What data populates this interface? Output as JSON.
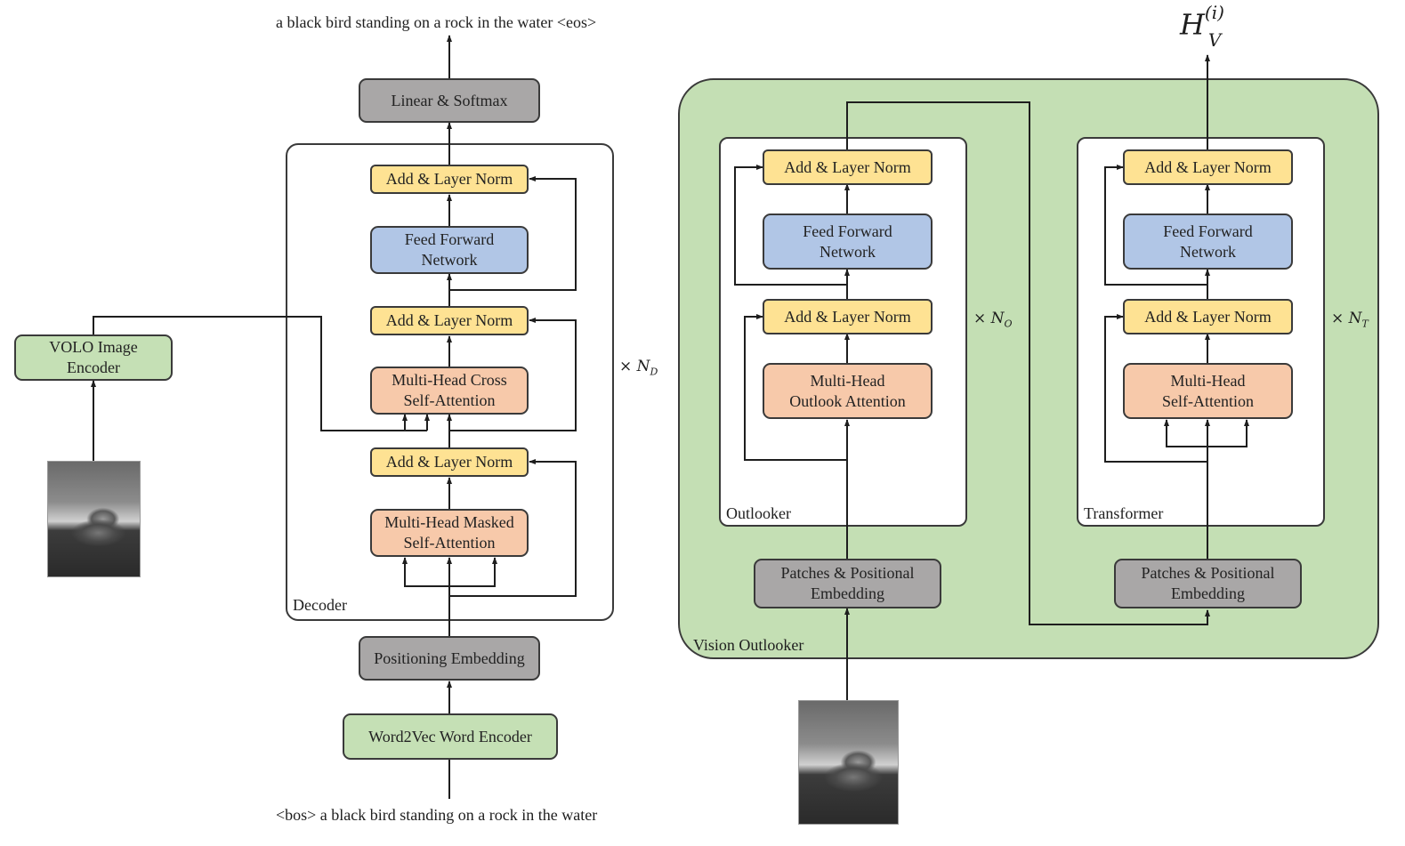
{
  "colors": {
    "add_norm": "#fee293",
    "ffn": "#b1c6e6",
    "attention": "#f7c9aa",
    "embedding": "#a9a7a7",
    "encoder": "#c5e0b5",
    "vision_outlooker_bg": "#c4dfb4",
    "line": "#1e1e1e"
  },
  "left": {
    "output_text": "a black bird standing on a rock in the water <eos>",
    "input_text": "<bos> a black bird standing on a rock in the water",
    "linear_softmax": "Linear & Softmax",
    "positioning_embedding": "Positioning Embedding",
    "word_encoder": "Word2Vec Word Encoder",
    "image_encoder": [
      "VOLO Image",
      "Encoder"
    ],
    "image_icon": "bird-image",
    "decoder": {
      "label": "Decoder",
      "repeat_symbol": "×",
      "repeat_var": "N",
      "repeat_sub": "D",
      "add_norm": "Add & Layer Norm",
      "ffn": [
        "Feed Forward",
        "Network"
      ],
      "cross_attention": [
        "Multi-Head Cross",
        "Self-Attention"
      ],
      "masked_attention": [
        "Multi-Head Masked",
        "Self-Attention"
      ]
    }
  },
  "right": {
    "output_symbol": {
      "base": "H",
      "sub": "V",
      "sup": "(i)"
    },
    "vision_outlooker_label": "Vision Outlooker",
    "image_icon": "bird-image",
    "outlooker": {
      "label": "Outlooker",
      "repeat_symbol": "×",
      "repeat_var": "N",
      "repeat_sub": "O",
      "add_norm": "Add & Layer Norm",
      "ffn": [
        "Feed Forward",
        "Network"
      ],
      "attention": [
        "Multi-Head",
        "Outlook Attention"
      ],
      "embedding": [
        "Patches & Positional",
        "Embedding"
      ]
    },
    "transformer": {
      "label": "Transformer",
      "repeat_symbol": "×",
      "repeat_var": "N",
      "repeat_sub": "T",
      "add_norm": "Add & Layer Norm",
      "ffn": [
        "Feed Forward",
        "Network"
      ],
      "attention": [
        "Multi-Head",
        "Self-Attention"
      ],
      "embedding": [
        "Patches & Positional",
        "Embedding"
      ]
    }
  }
}
